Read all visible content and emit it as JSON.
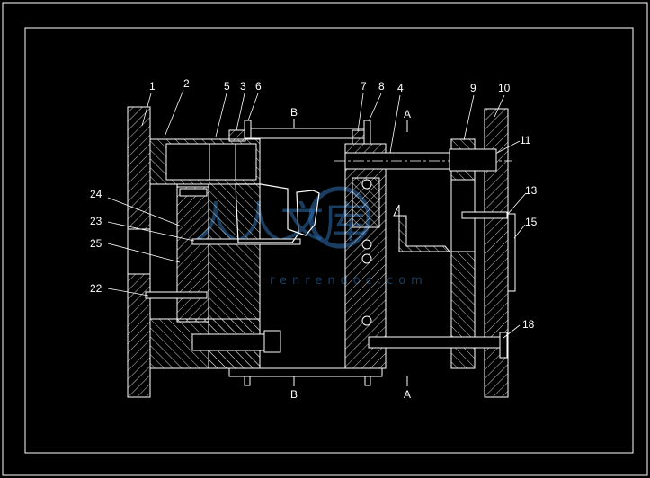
{
  "drawing": {
    "part_labels": [
      "1",
      "2",
      "5",
      "3",
      "6",
      "7",
      "8",
      "4",
      "9",
      "10",
      "11",
      "13",
      "15",
      "24",
      "23",
      "25",
      "22",
      "18"
    ],
    "section_labels": {
      "b_top": "B",
      "b_bottom": "B",
      "a_top": "A",
      "a_bottom": "A"
    },
    "watermark": {
      "text": "人人文库",
      "subtext": "renrendoc.com"
    },
    "colors": {
      "background": "#000000",
      "lines": "#ffffff",
      "watermark": "#2f6fb0"
    }
  }
}
